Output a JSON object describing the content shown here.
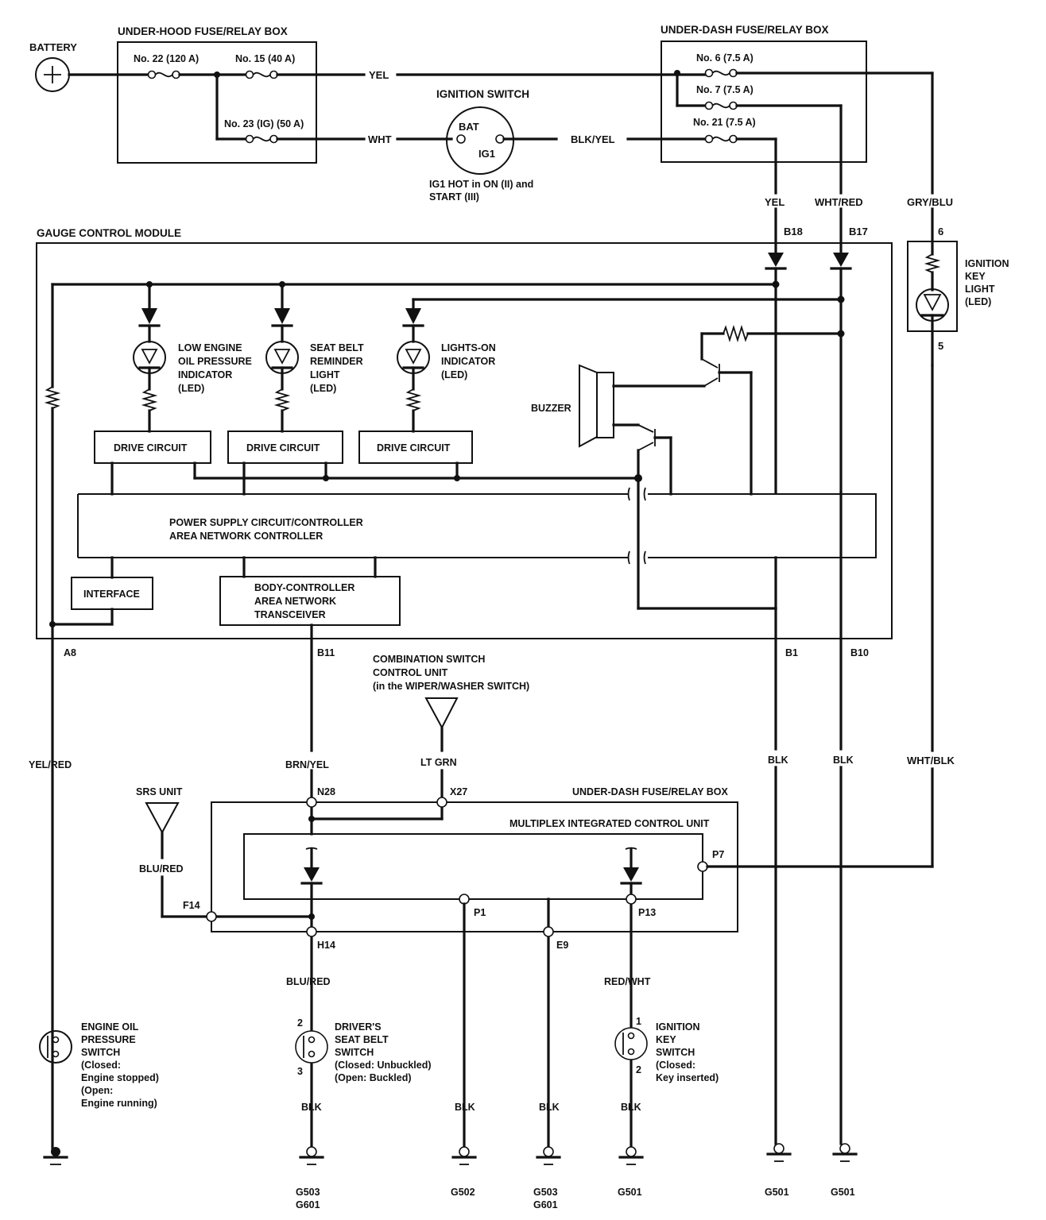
{
  "battery": {
    "label": "BATTERY",
    "icon": "battery-plus-icon"
  },
  "under_hood_box": {
    "title": "UNDER-HOOD FUSE/RELAY BOX",
    "fuses": [
      {
        "label": "No. 22 (120 A)"
      },
      {
        "label": "No. 15 (40 A)"
      },
      {
        "label": "No. 23 (IG) (50 A)"
      }
    ]
  },
  "ignition_switch": {
    "title": "IGNITION SWITCH",
    "terminals": [
      "BAT",
      "IG1"
    ],
    "note_line1": "IG1 HOT in ON (II) and",
    "note_line2": "START (III)"
  },
  "under_dash_box": {
    "title": "UNDER-DASH FUSE/RELAY BOX",
    "fuses": [
      {
        "label": "No. 6 (7.5 A)"
      },
      {
        "label": "No. 7 (7.5 A)"
      },
      {
        "label": "No. 21 (7.5 A)"
      }
    ]
  },
  "wires": {
    "yel_top": "YEL",
    "wht_top": "WHT",
    "blk_yel": "BLK/YEL",
    "yel_b18": "YEL",
    "wht_red": "WHT/RED",
    "gry_blu": "GRY/BLU",
    "yel_red": "YEL/RED",
    "brn_yel": "BRN/YEL",
    "lt_grn": "LT GRN",
    "blk_b1": "BLK",
    "blk_b10": "BLK",
    "wht_blk": "WHT/BLK",
    "blu_red_srs": "BLU/RED",
    "blu_red_h14": "BLU/RED",
    "red_wht": "RED/WHT",
    "blk_seat": "BLK",
    "blk_p1": "BLK",
    "blk_e9": "BLK",
    "blk_ign": "BLK"
  },
  "pins": {
    "b18": "B18",
    "b17": "B17",
    "a8": "A8",
    "b11": "B11",
    "b1": "B1",
    "b10": "B10",
    "key_light_6": "6",
    "key_light_5": "5",
    "n28": "N28",
    "x27": "X27",
    "f14": "F14",
    "h14": "H14",
    "p1": "P1",
    "e9": "E9",
    "p13": "P13",
    "p7": "P7",
    "seat_2": "2",
    "seat_3": "3",
    "ign_1": "1",
    "ign_2": "2"
  },
  "gauge_module": {
    "title": "GAUGE CONTROL MODULE",
    "leds": [
      {
        "lines": [
          "LOW ENGINE",
          "OIL PRESSURE",
          "INDICATOR",
          "(LED)"
        ]
      },
      {
        "lines": [
          "SEAT BELT",
          "REMINDER",
          "LIGHT",
          "(LED)"
        ]
      },
      {
        "lines": [
          "LIGHTS-ON",
          "INDICATOR",
          "(LED)"
        ]
      }
    ],
    "drive_circuits": [
      "DRIVE CIRCUIT",
      "DRIVE CIRCUIT",
      "DRIVE CIRCUIT"
    ],
    "buzzer": "BUZZER",
    "power_supply_line1": "POWER SUPPLY CIRCUIT/CONTROLLER",
    "power_supply_line2": "AREA NETWORK CONTROLLER",
    "interface": "INTERFACE",
    "transceiver_lines": [
      "BODY-CONTROLLER",
      "AREA NETWORK",
      "TRANSCEIVER"
    ]
  },
  "ignition_key_light": {
    "lines": [
      "IGNITION",
      "KEY",
      "LIGHT",
      "(LED)"
    ]
  },
  "combination_switch": {
    "lines": [
      "COMBINATION SWITCH",
      "CONTROL UNIT",
      "(in the WIPER/WASHER SWITCH)"
    ]
  },
  "srs_unit": "SRS UNIT",
  "under_dash_box_lower": "UNDER-DASH FUSE/RELAY BOX",
  "micu": "MULTIPLEX INTEGRATED CONTROL UNIT",
  "switches": {
    "engine_oil": {
      "lines": [
        "ENGINE OIL",
        "PRESSURE",
        "SWITCH",
        "(Closed:",
        "Engine stopped)",
        "(Open:",
        "Engine running)"
      ]
    },
    "seat_belt": {
      "lines": [
        "DRIVER'S",
        "SEAT BELT",
        "SWITCH",
        "(Closed: Unbuckled)",
        "(Open: Buckled)"
      ]
    },
    "ignition_key": {
      "lines": [
        "IGNITION",
        "KEY",
        "SWITCH",
        "(Closed:",
        "Key inserted)"
      ]
    }
  },
  "grounds": {
    "seat": [
      "G503",
      "G601"
    ],
    "p1": [
      "G502"
    ],
    "e9": [
      "G503",
      "G601"
    ],
    "ign": [
      "G501"
    ],
    "b1": [
      "G501"
    ],
    "b10": [
      "G501"
    ]
  }
}
